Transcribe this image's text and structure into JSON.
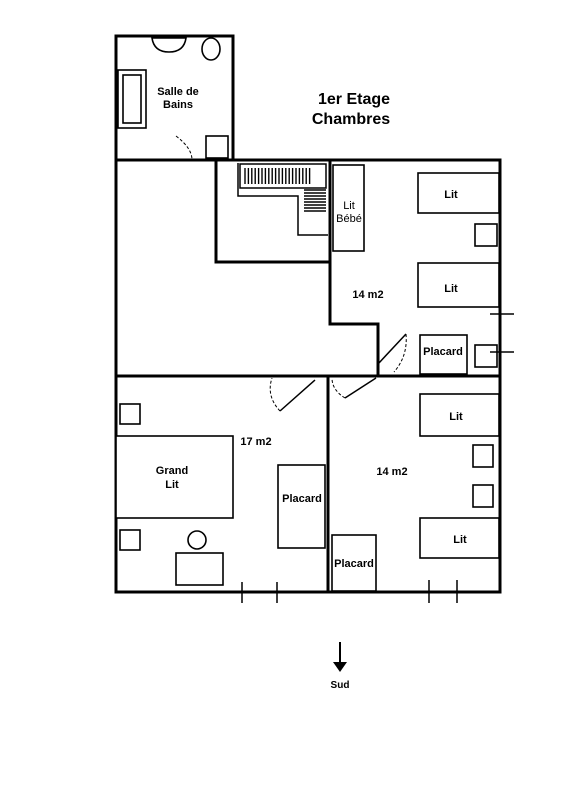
{
  "title": {
    "line1": "1er Etage",
    "line2": "Chambres"
  },
  "rooms": {
    "bathroom": {
      "line1": "Salle de",
      "line2": "Bains"
    },
    "room_ne": {
      "area": "14 m2",
      "bed_top": "Lit",
      "bed_mid": "Lit",
      "baby_bed_l1": "Lit",
      "baby_bed_l2": "Bébé",
      "closet": "Placard"
    },
    "room_sw": {
      "area": "17 m2",
      "bed_l1": "Grand",
      "bed_l2": "Lit",
      "closet": "Placard"
    },
    "room_se": {
      "area": "14 m2",
      "bed_top": "Lit",
      "bed_bottom": "Lit",
      "closet": "Placard"
    }
  },
  "compass": {
    "label": "Sud"
  }
}
